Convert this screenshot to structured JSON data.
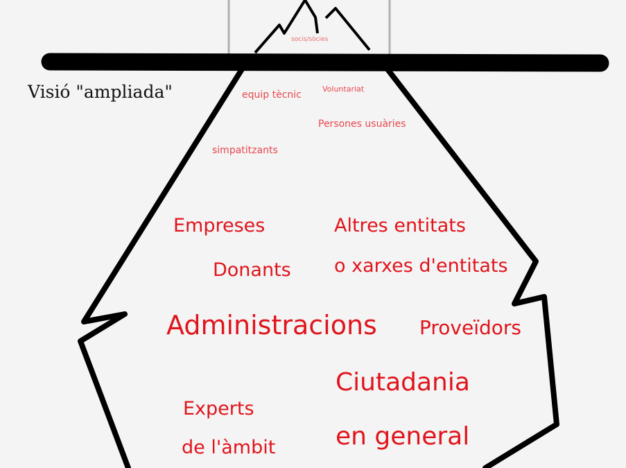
{
  "diagram": {
    "type": "iceberg",
    "title": "Visió \"ampliada\"",
    "colors": {
      "outline": "#000000",
      "text": "#e0141c",
      "frame": "#b0b0b0",
      "background": "#f4f4f4"
    },
    "tip_labels": [
      "socis/sòcies"
    ],
    "small_labels": [
      "equip tècnic",
      "Voluntariat",
      "Persones usuàries",
      "simpatitzants"
    ],
    "large_labels": {
      "empreses": "Empreses",
      "altres_1": "Altres entitats",
      "altres_2": "o xarxes d'entitats",
      "donants": "Donants",
      "administracions": "Administracions",
      "proveidors": "Proveïdors",
      "ciutadania_1": "Ciutadania",
      "ciutadania_2": "en general",
      "experts_1": "Experts",
      "experts_2": "de l'àmbit"
    }
  }
}
